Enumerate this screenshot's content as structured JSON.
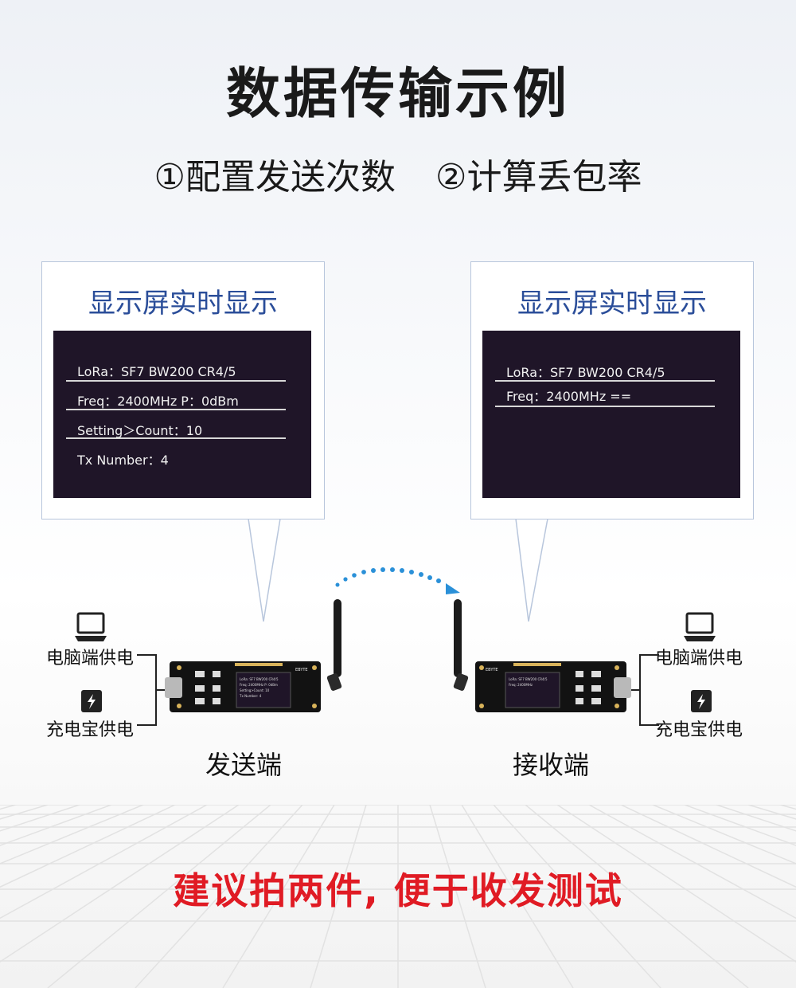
{
  "title": "数据传输示例",
  "subtitle": {
    "step1": "①配置发送次数",
    "step2": "②计算丢包率"
  },
  "left_panel": {
    "heading": "显示屏实时显示",
    "lines": [
      "LoRa：SF7    BW200    CR4/5",
      "Freq：2400MHz    P：0dBm",
      "Setting＞Count：10",
      "Tx Number：4"
    ]
  },
  "right_panel": {
    "heading": "显示屏实时显示",
    "lines": [
      "LoRa：SF7     BW200     CR4/5",
      "Freq：2400MHz             =="
    ]
  },
  "sender": {
    "label": "发送端",
    "power_pc": "电脑端供电",
    "power_bank": "充电宝供电",
    "board_brand": "EBYTE",
    "mini_screen": [
      "LoRa: SF7  BW200  CR4/5",
      "Freq: 2400MHz  P: 0dBm",
      "Setting>Count: 10",
      "Tx Number: 4"
    ]
  },
  "receiver": {
    "label": "接收端",
    "power_pc": "电脑端供电",
    "power_bank": "充电宝供电",
    "board_brand": "EBYTE",
    "mini_screen": [
      "LoRa: SF7  BW200  CR4/5",
      "Freq: 2400MHz"
    ]
  },
  "footer": "建议拍两件, 便于收发测试",
  "icons": [
    "laptop-icon",
    "power-bank-icon",
    "antenna-icon",
    "signal-arc-icon"
  ],
  "colors": {
    "accent_blue": "#2a4d99",
    "screen_bg": "#1f1528",
    "warning_red": "#e01b24",
    "signal_blue": "#2a90d8"
  }
}
